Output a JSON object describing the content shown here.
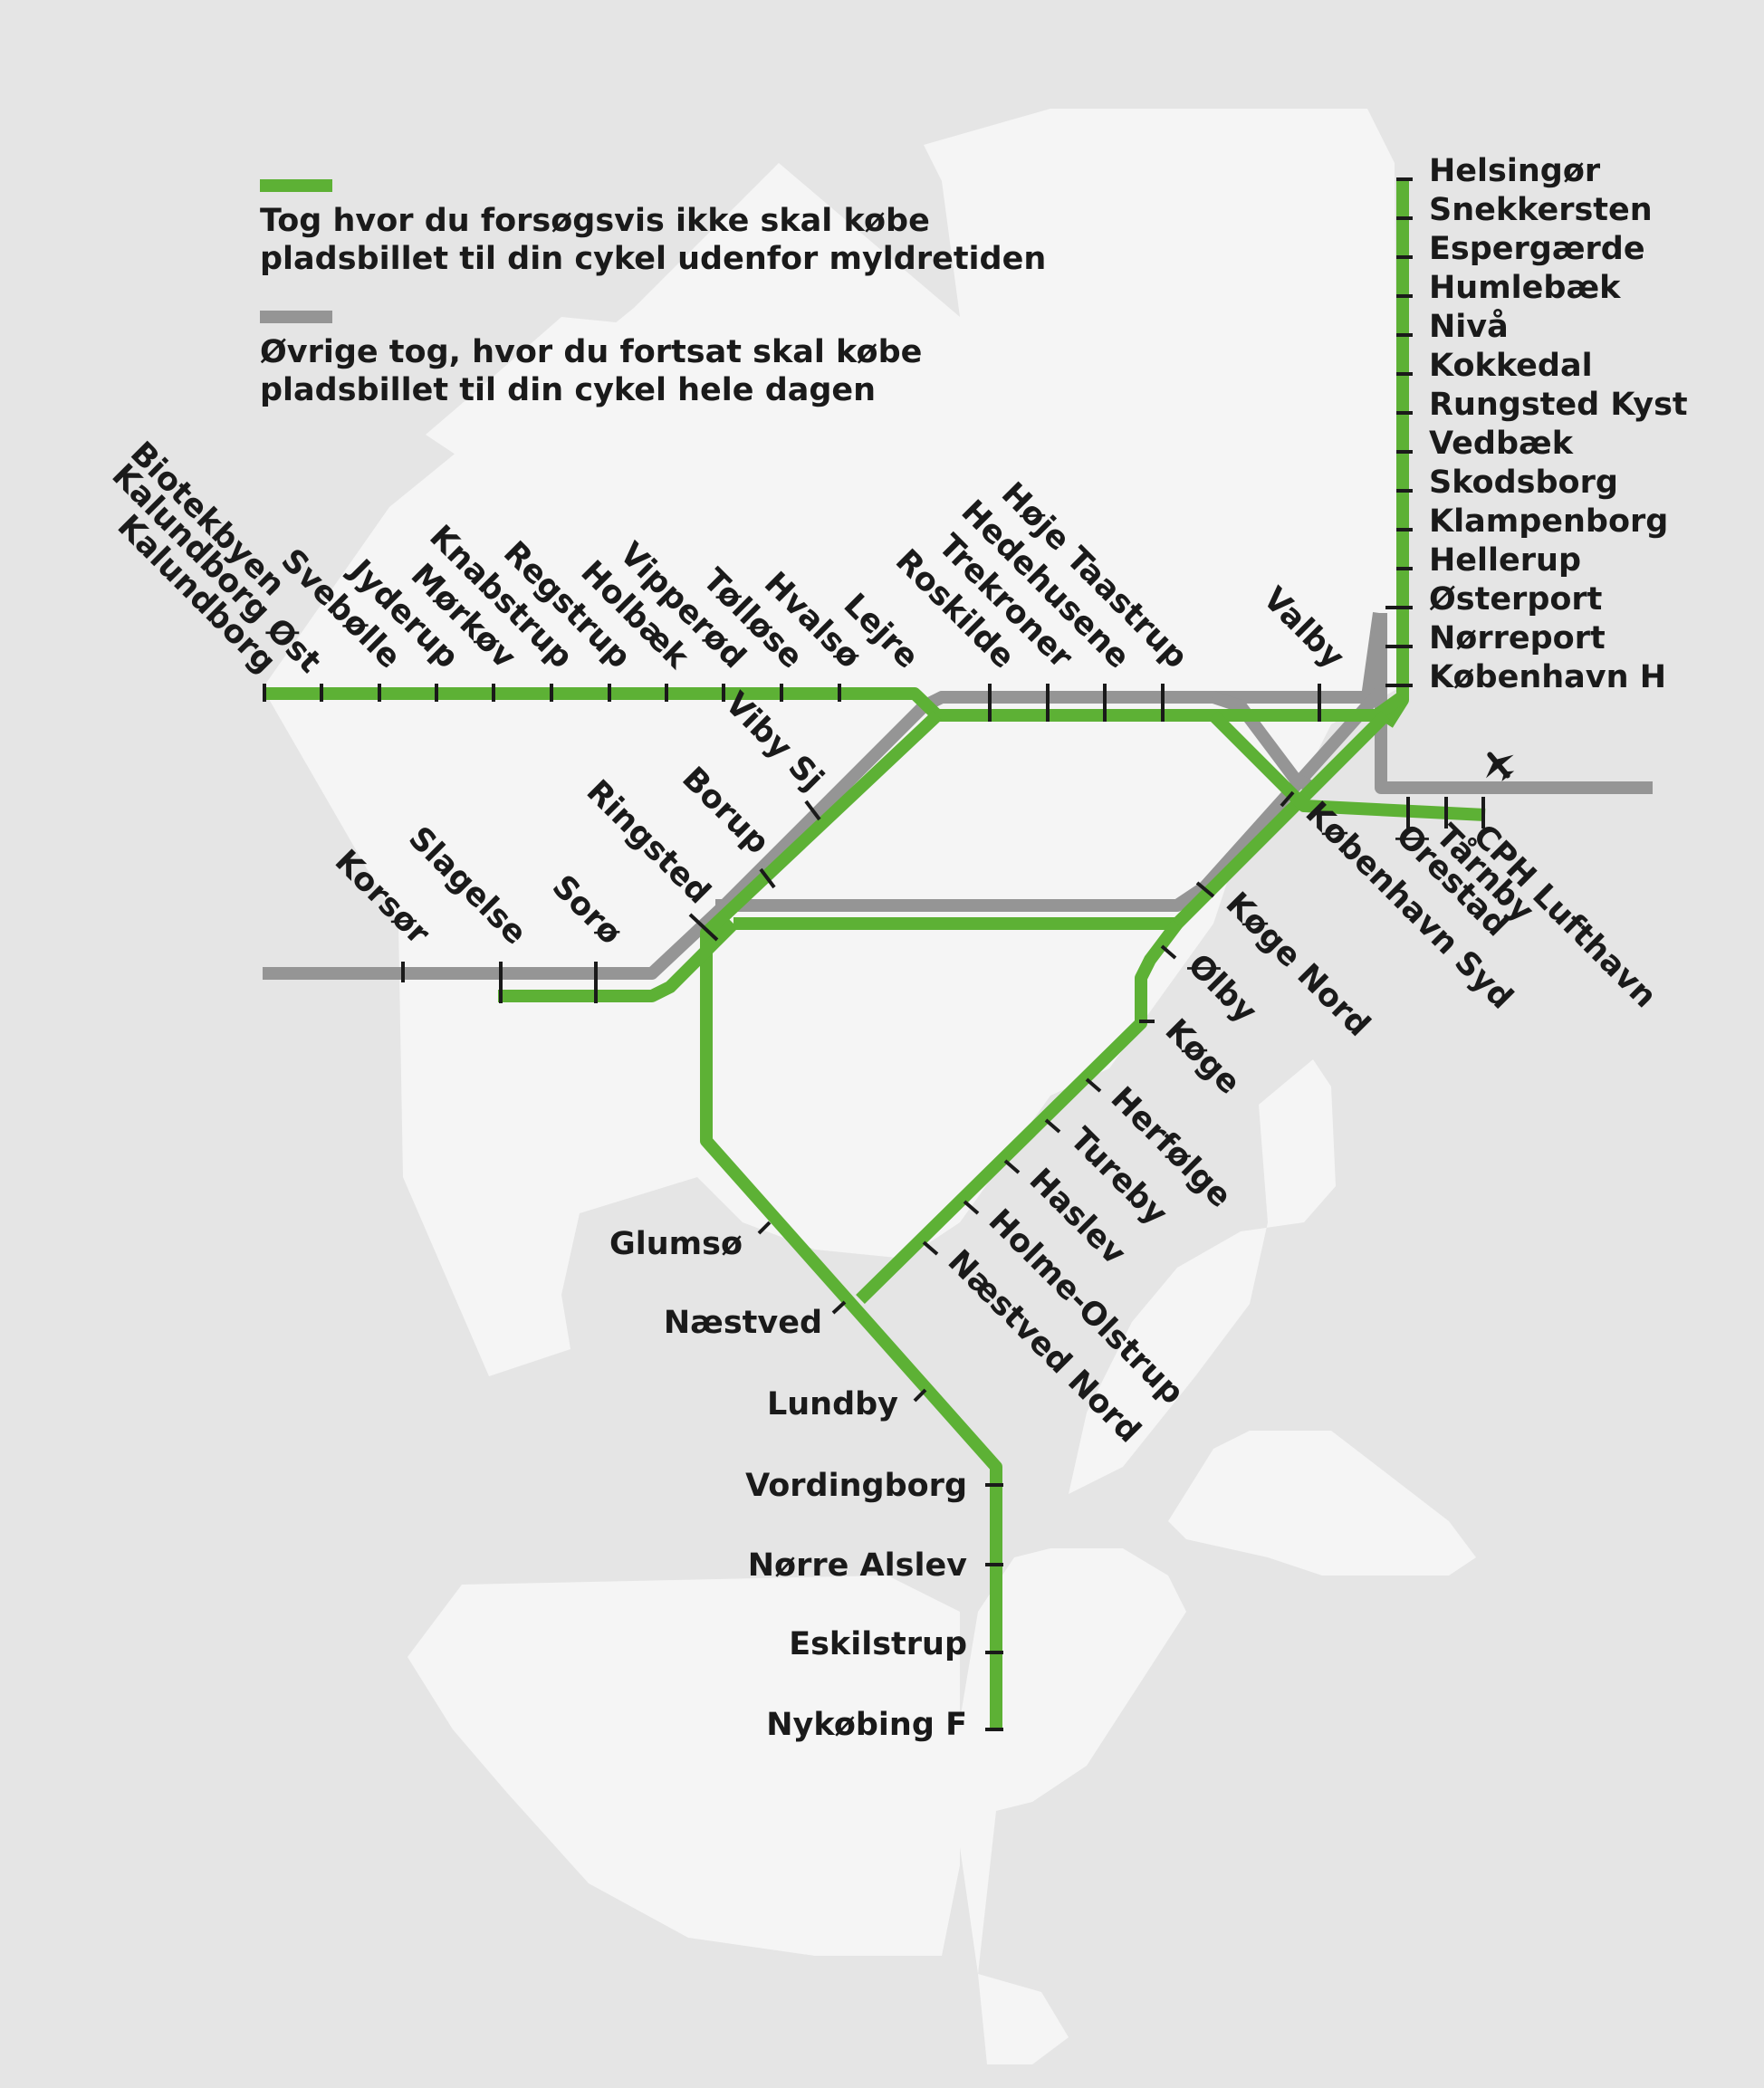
{
  "legend": {
    "green_line_1": "Tog hvor du forsøgsvis ikke skal købe",
    "green_line_2": "pladsbillet til din cykel udenfor myldretiden",
    "grey_line_1": "Øvrige tog, hvor du fortsat skal købe",
    "grey_line_2": "pladsbillet til din cykel hele dagen"
  },
  "colors": {
    "green": "#5db135",
    "grey": "#959595",
    "land": "#f5f5f5",
    "sea": "#e5e5e5"
  },
  "icons": {
    "airport": "airplane-icon"
  },
  "stations": {
    "helsingor": "Helsingør",
    "snekkersten": "Snekkersten",
    "espergaerde": "Espergærde",
    "humlebaek": "Humlebæk",
    "niva": "Nivå",
    "kokkedal": "Kokkedal",
    "rungsted_kyst": "Rungsted Kyst",
    "vedbaek": "Vedbæk",
    "skodsborg": "Skodsborg",
    "klampenborg": "Klampenborg",
    "hellerup": "Hellerup",
    "osterport": "Østerport",
    "norreport": "Nørreport",
    "kobenhavn_h": "København H",
    "valby": "Valby",
    "hoje_taastrup": "Høje Taastrup",
    "hedehusene": "Hedehusene",
    "trekroner": "Trekroner",
    "roskilde": "Roskilde",
    "lejre": "Lejre",
    "hvalso": "Hvalsø",
    "tollose": "Tølløse",
    "vipperod": "Vipperød",
    "holbaek": "Holbæk",
    "regstrup": "Regstrup",
    "knabstrup": "Knabstrup",
    "morkov": "Mørkøv",
    "jyderup": "Jyderup",
    "svebolle": "Svebølle",
    "biotekbyen": "Biotekbyen",
    "kalundborg_ost": "Kalundborg Øst",
    "kalundborg": "Kalundborg",
    "viby_sj": "Viby Sj",
    "borup": "Borup",
    "ringsted": "Ringsted",
    "soro": "Sorø",
    "slagelse": "Slagelse",
    "korsor": "Korsør",
    "kobenhavn_syd": "København Syd",
    "orestad": "Ørestad",
    "tarnby": "Tårnby",
    "cph_lufthavn": "CPH Lufthavn",
    "koge_nord": "Køge Nord",
    "olby": "Ølby",
    "koge": "Køge",
    "herfolge": "Herfølge",
    "tureby": "Tureby",
    "haslev": "Haslev",
    "holme_olstrup": "Holme-Olstrup",
    "naestved_nord": "Næstved Nord",
    "glumso": "Glumsø",
    "naestved": "Næstved",
    "lundby": "Lundby",
    "vordingborg": "Vordingborg",
    "norre_alslev": "Nørre Alslev",
    "eskilstrup": "Eskilstrup",
    "nykobing_f": "Nykøbing F"
  }
}
